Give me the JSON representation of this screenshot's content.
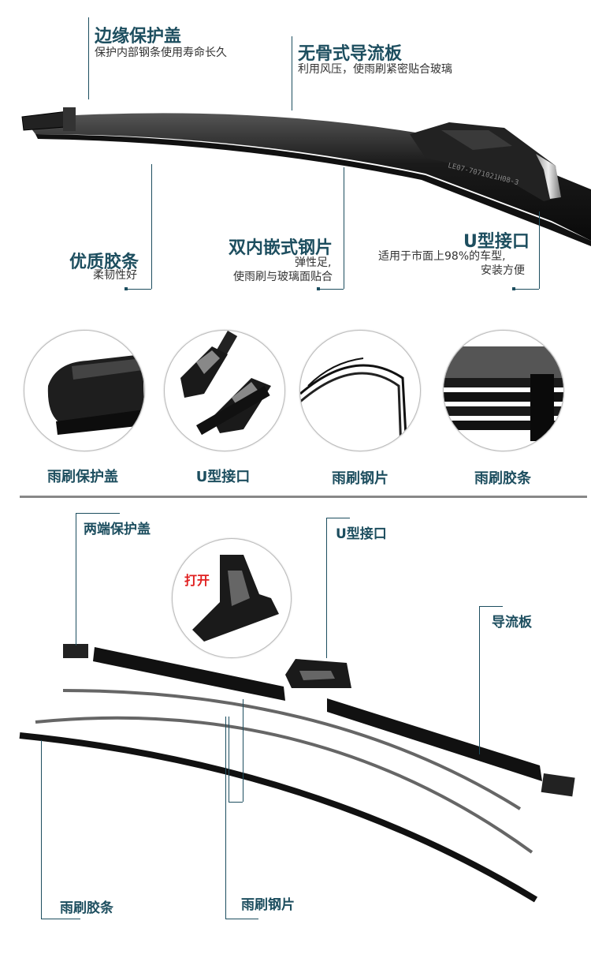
{
  "top": {
    "edge_cover": {
      "title": "边缘保护盖",
      "desc": "保护内部钢条使用寿命长久"
    },
    "spoiler": {
      "title": "无骨式导流板",
      "desc": "利用风压，使雨刷紧密贴合玻璃"
    },
    "rubber": {
      "title": "优质胶条",
      "desc": "柔韧性好"
    },
    "steel": {
      "title": "双内嵌式钢片",
      "desc1": "弹性足,",
      "desc2": "使雨刷与玻璃面贴合"
    },
    "u_joint": {
      "title": "U型接口",
      "desc1": "适用于市面上98%的车型,",
      "desc2": "安装方便"
    },
    "blade_print": "LE07-7071021H08-3"
  },
  "circles": [
    {
      "label": "雨刷保护盖"
    },
    {
      "label": "U型接口"
    },
    {
      "label": "雨刷钢片"
    },
    {
      "label": "雨刷胶条"
    }
  ],
  "bottom": {
    "end_cap": "两端保护盖",
    "u_joint": "U型接口",
    "open": "打开",
    "spoiler": "导流板",
    "rubber": "雨刷胶条",
    "steel": "雨刷钢片"
  },
  "colors": {
    "accent": "#1d4e5f",
    "open_red": "#e02020",
    "divider": "#888888"
  }
}
